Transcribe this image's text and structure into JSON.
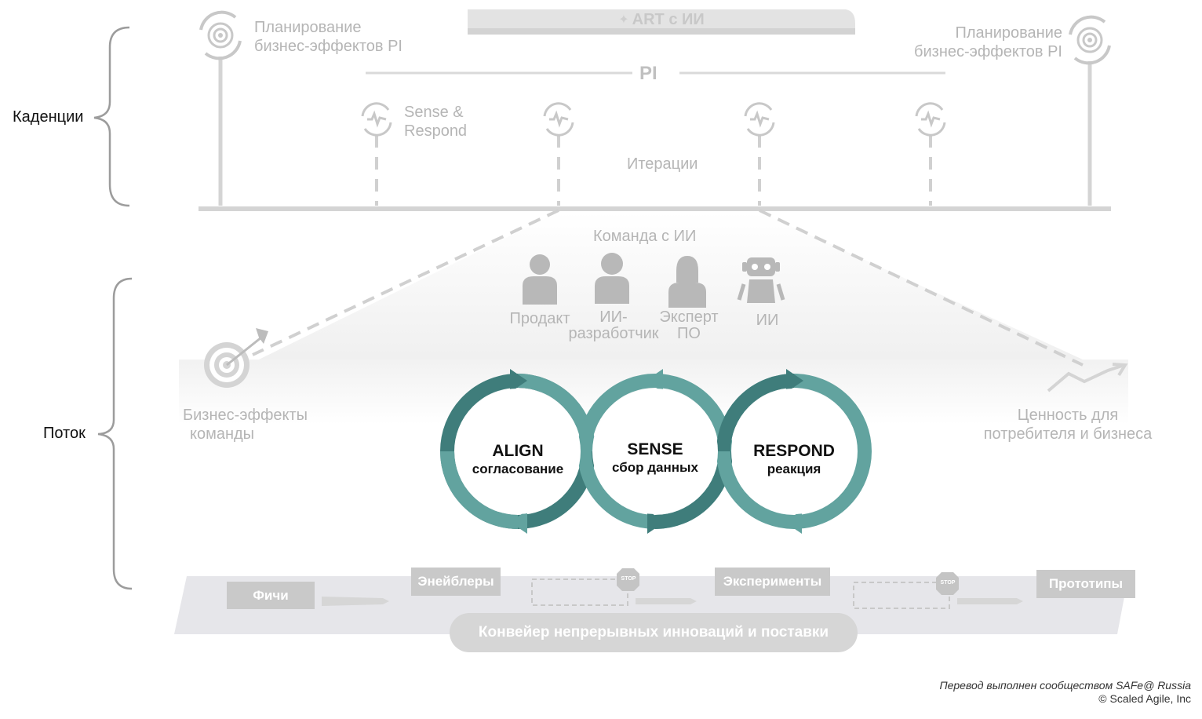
{
  "labels": {
    "cadences": "Каденции",
    "flow": "Поток",
    "art": "ART с ИИ",
    "pi": "PI",
    "pi_planning_left": [
      "Планирование",
      "бизнес-эффектов PI"
    ],
    "pi_planning_right": [
      "Планирование",
      "бизнес-эффектов PI"
    ],
    "sense_respond": [
      "Sense &",
      "Respond"
    ],
    "iterations": "Итерации",
    "team": "Команда с ИИ",
    "business_outcomes": [
      "Бизнес-эффекты",
      "команды"
    ],
    "value": [
      "Ценность для",
      "потребителя и бизнеса"
    ]
  },
  "team_members": [
    {
      "label": "Продакт",
      "icon": "person-icon"
    },
    {
      "label": "ИИ-\nразработчик",
      "icon": "person-icon"
    },
    {
      "label": "Эксперт\nПО",
      "icon": "person-female-icon"
    },
    {
      "label": "ИИ",
      "icon": "robot-icon"
    }
  ],
  "cycles": [
    {
      "title": "ALIGN",
      "subtitle": "согласование"
    },
    {
      "title": "SENSE",
      "subtitle": "сбор данных"
    },
    {
      "title": "RESPOND",
      "subtitle": "реакция"
    }
  ],
  "pipeline": {
    "items": [
      "Фичи",
      "Энейблеры",
      "Эксперименты",
      "Прототипы"
    ],
    "stop": "STOP",
    "title": "Конвейер непрерывных инноваций и поставки"
  },
  "footer": {
    "translation": "Перевод выполнен сообществом SAFe@ Russia",
    "copyright": "© Scaled Agile, Inc"
  },
  "colors": {
    "teal_dark": "#3f7d7b",
    "teal_light": "#62a39f",
    "gray": "#c9c9c9"
  }
}
